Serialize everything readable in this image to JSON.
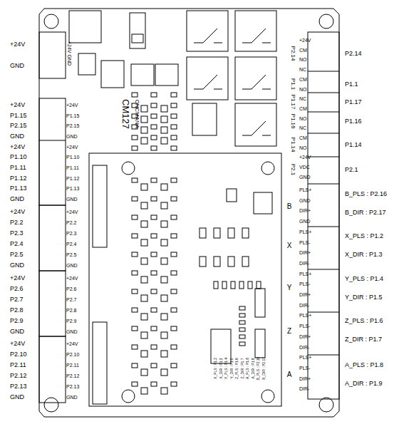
{
  "diagram": {
    "labels": [
      "+24V",
      "GND",
      "+24V",
      "P1.15",
      "P2.15",
      "GND",
      "+24V",
      "P1.10",
      "P1.11",
      "P1.12",
      "P1.13",
      "GND",
      "+24V",
      "P2.2",
      "P2.3",
      "P2.4",
      "P2.5",
      "GND",
      "+24V",
      "P2.6",
      "P2.7",
      "P2.8",
      "P2.9",
      "GND",
      "+24V",
      "P2.10",
      "P2.11",
      "P2.12",
      "P2.13",
      "GND",
      "+24V",
      "P1.15",
      "P2.15",
      "GND",
      "+24V",
      "P1.10",
      "P1.11",
      "P1.12",
      "P1.13",
      "GND",
      "+24V",
      "P2.2",
      "P2.3",
      "P2.4",
      "P2.5",
      "GND",
      "+24V",
      "P2.6",
      "P2.7",
      "P2.8",
      "P2.9",
      "GND",
      "+24V",
      "P2.10",
      "P2.11",
      "P2.12",
      "P2.13",
      "GND",
      "+24V GND",
      "CM127",
      "CNCMANA",
      "P2.14",
      "P1.1",
      "P1.17",
      "P1.16",
      "P1.14",
      "P2.1",
      "+24V",
      "CM",
      "NO",
      "NC",
      "CM",
      "NO",
      "NC",
      "CM",
      "NO",
      "NC",
      "CM",
      "NO",
      "+24V",
      "VDC",
      "GND",
      "PLS+",
      "GND",
      "DIR+",
      "GND",
      "PLS+",
      "PLS-",
      "DIR+",
      "DIR-",
      "PLS+",
      "PLS-",
      "DIR+",
      "DIR-",
      "PLS+",
      "PLS-",
      "DIR+",
      "DIR-",
      "PLS+",
      "PLS-",
      "DIR+",
      "DIR-",
      "B",
      "X",
      "Y",
      "Z",
      "A",
      "P2.14",
      "P1.1",
      "P1.17",
      "P1.16",
      "P1.14",
      "P2.1",
      "B_PLS : P2.16",
      "B_DIR : P2.17",
      "X_PLS : P1.2",
      "X_DIR : P1.3",
      "Y_PLS : P1.4",
      "Y_DIR : P1.5",
      "Z_PLS : P1.6",
      "Z_DIR : P1.7",
      "A_PLS : P1.8",
      "A_DIR : P1.9",
      "X_PLS : P1.2",
      "X_DIR : P1.3",
      "Y_PLS : P1.4",
      "Y_DIR : P1.5",
      "Z_PLS : P1.6",
      "Z_DIR : P1.7",
      "A_PLS : P1.8",
      "A_DIR : P1.9",
      "B_PLS : P2.16",
      "B_DIR : P2.17"
    ]
  }
}
